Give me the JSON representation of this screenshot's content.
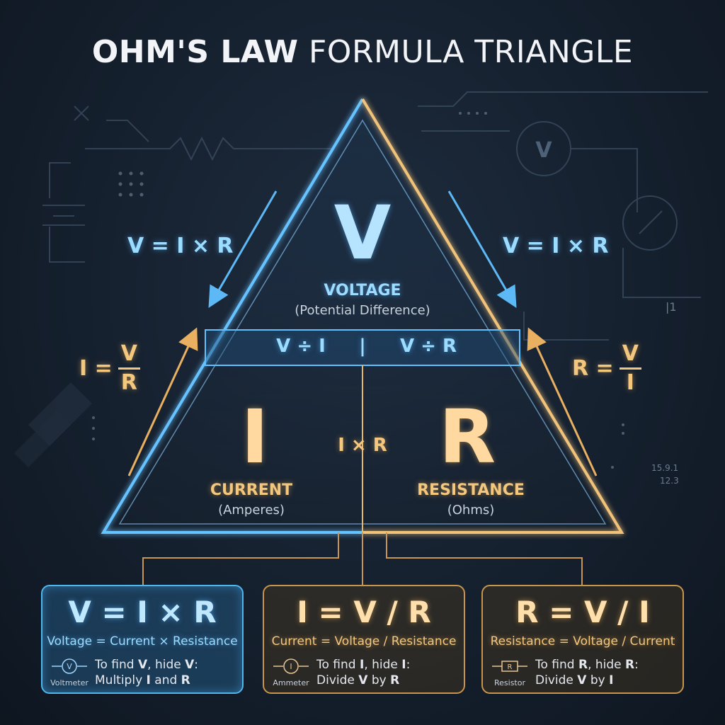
{
  "title": {
    "bold": "OHM'S LAW",
    "thin": "FORMULA TRIANGLE"
  },
  "triangle": {
    "top_letter": "V",
    "top_label": "VOLTAGE",
    "top_sub": "(Potential Difference)",
    "band_left": "V ÷ I",
    "band_divider": "|",
    "band_right": "V ÷ R",
    "left_letter": "I",
    "left_label": "CURRENT",
    "left_sub": "(Amperes)",
    "right_letter": "R",
    "right_label": "RESISTANCE",
    "right_sub": "(Ohms)",
    "center_formula": "I × R"
  },
  "sides": {
    "upper_left": "V = I × R",
    "upper_right": "V = I × R",
    "lower_left": {
      "lhs": "I =",
      "num": "V",
      "den": "R"
    },
    "lower_right": {
      "lhs": "R =",
      "num": "V",
      "den": "I"
    }
  },
  "cards": [
    {
      "formula": "V = I × R",
      "description": "Voltage = Current × Resistance",
      "hint_line1_pre": "To find ",
      "hint_var": "V",
      "hint_line1_mid": ", hide ",
      "hint_hide": "V",
      "hint_line1_post": ":",
      "hint_line2_pre": "Multiply ",
      "hint_a": "I",
      "hint_line2_mid": " and ",
      "hint_b": "R",
      "device_symbol": "V",
      "device_label": "Voltmeter"
    },
    {
      "formula": "I = V / R",
      "description": "Current = Voltage / Resistance",
      "hint_line1_pre": "To find ",
      "hint_var": "I",
      "hint_line1_mid": ", hide ",
      "hint_hide": "I",
      "hint_line1_post": ":",
      "hint_line2_pre": "Divide ",
      "hint_a": "V",
      "hint_line2_mid": " by ",
      "hint_b": "R",
      "device_symbol": "I",
      "device_label": "Ammeter"
    },
    {
      "formula": "R = V / I",
      "description": "Resistance = Voltage / Current",
      "hint_line1_pre": "To find ",
      "hint_var": "R",
      "hint_line1_mid": ", hide ",
      "hint_hide": "R",
      "hint_line1_post": ":",
      "hint_line2_pre": "Divide ",
      "hint_a": "V",
      "hint_line2_mid": " by ",
      "hint_b": "I",
      "device_symbol": "R",
      "device_label": "Resistor"
    }
  ],
  "decor": {
    "voltmeter_symbol": "V",
    "code1": "15.9.1",
    "code2": "12.3",
    "code3": "|1"
  },
  "colors": {
    "blue": "#6cc6ff",
    "gold": "#f0b860",
    "bg": "#15202e"
  }
}
